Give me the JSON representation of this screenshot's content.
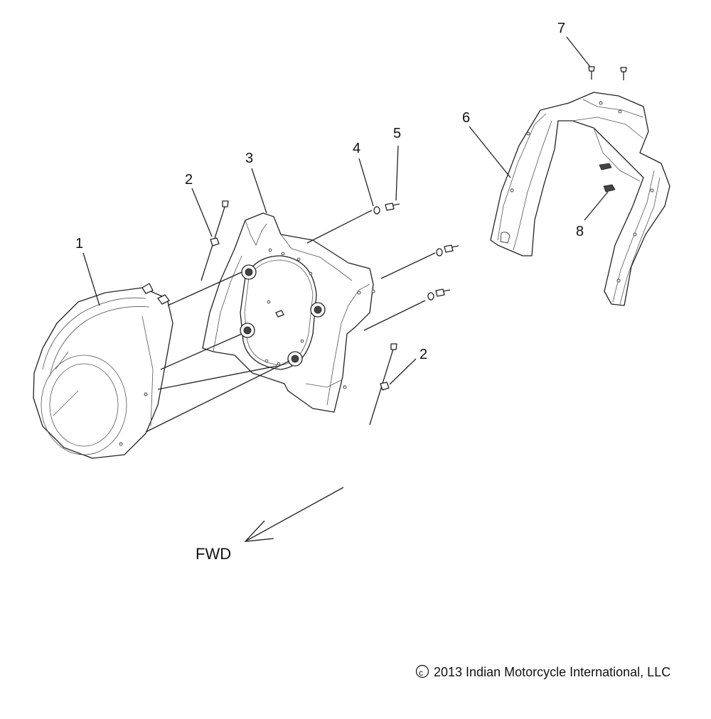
{
  "diagram": {
    "callouts": [
      "1",
      "2",
      "3",
      "4",
      "5",
      "2",
      "6",
      "7",
      "8"
    ],
    "direction_label": "FWD",
    "copyright_symbol": "c",
    "copyright_text": "2013 Indian Motorcycle International, LLC"
  }
}
